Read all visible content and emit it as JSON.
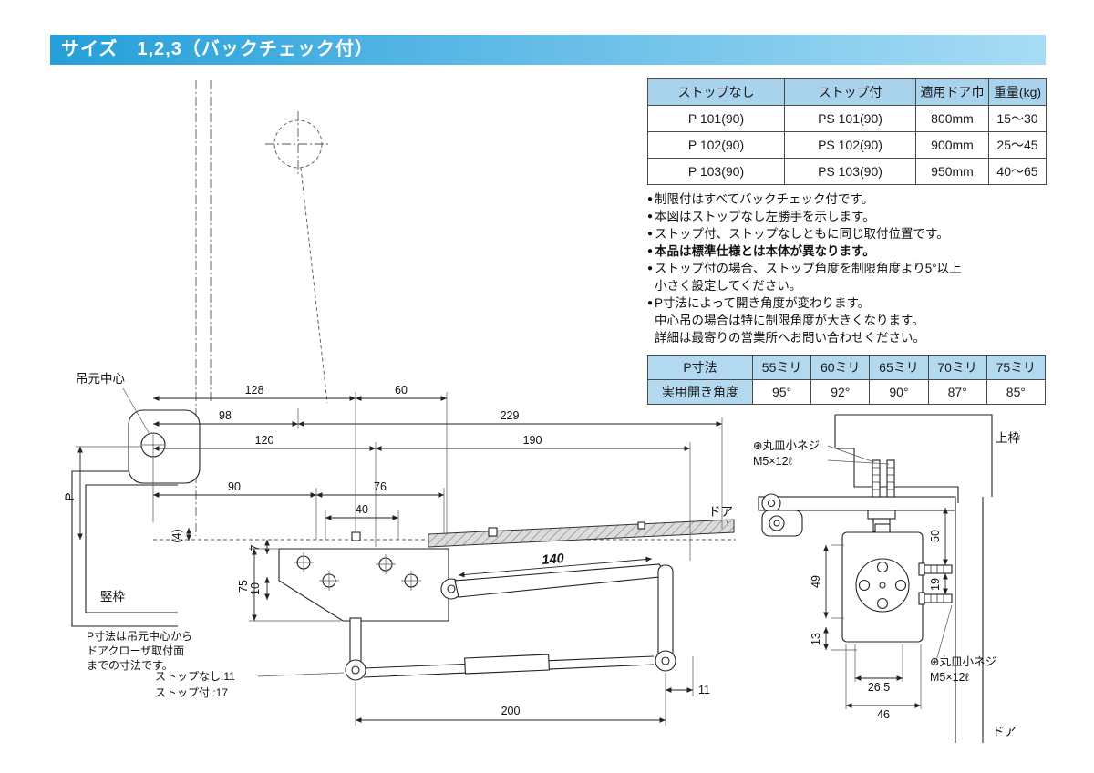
{
  "banner": {
    "title": "サイズ　1,2,3（バックチェック付）"
  },
  "spec_table": {
    "headers": [
      "ストップなし",
      "ストップ付",
      "適用ドア巾",
      "重量(kg)"
    ],
    "rows": [
      [
        "P 101(90)",
        "PS 101(90)",
        "800mm",
        "15〜30"
      ],
      [
        "P 102(90)",
        "PS 102(90)",
        "900mm",
        "25〜45"
      ],
      [
        "P 103(90)",
        "PS 103(90)",
        "950mm",
        "40〜65"
      ]
    ]
  },
  "notes_bullet": "●",
  "notes": [
    {
      "text": "制限付はすべてバックチェック付です。"
    },
    {
      "text": "本図はストップなし左勝手を示します。"
    },
    {
      "text": "ストップ付、ストップなしともに同じ取付位置です。"
    },
    {
      "text": "本品は標準仕様とは本体が異なります。"
    },
    {
      "text": "ストップ付の場合、ストップ角度を制限角度より5°以上\n小さく設定してください。"
    },
    {
      "text": "P寸法によって開き角度が変わります。\n中心吊の場合は特に制限角度が大きくなります。\n詳細は最寄りの営業所へお問い合わせください。"
    }
  ],
  "angle_table": {
    "col_header": "P寸法",
    "row_header": "実用開き角度",
    "columns": [
      "55ミリ",
      "60ミリ",
      "65ミリ",
      "70ミリ",
      "75ミリ"
    ],
    "values": [
      "95°",
      "92°",
      "90°",
      "87°",
      "85°"
    ]
  },
  "plan": {
    "hinge_center": "吊元中心",
    "door": "ドア",
    "jamb": "竪枠",
    "dims": {
      "d128": "128",
      "d60": "60",
      "d98": "98",
      "d229": "229",
      "d120": "120",
      "d190": "190",
      "d90": "90",
      "d76": "76",
      "d40": "40",
      "p": "P",
      "d4": "(4)",
      "d7": "7",
      "d10": "10",
      "d75": "75",
      "d140": "140",
      "d200": "200",
      "d11": "11"
    },
    "note_lines": [
      "P寸法は吊元中心から",
      "ドアクローザ取付面",
      "までの寸法です。"
    ],
    "stop_none": "ストップなし:11",
    "stop_with": "ストップ付 :17"
  },
  "side": {
    "screw_top": [
      "⊕丸皿小ネジ",
      "M5×12ℓ"
    ],
    "screw_bottom": [
      "⊕丸皿小ネジ",
      "M5×12ℓ"
    ],
    "top_frame": "上枠",
    "door": "ドア",
    "dims": {
      "d50": "50",
      "d19": "19",
      "d49": "49",
      "d13": "13",
      "d265": "26.5",
      "d46": "46"
    }
  }
}
